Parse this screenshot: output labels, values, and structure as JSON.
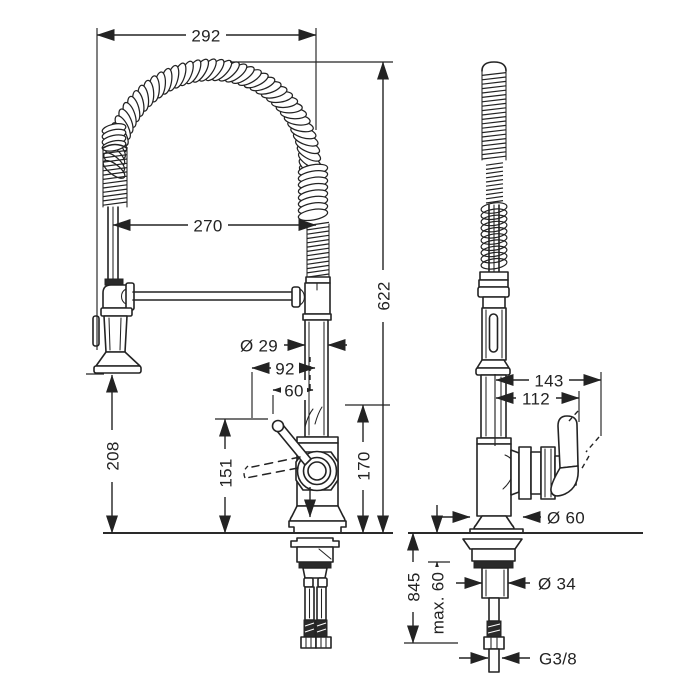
{
  "drawing_type": "faucet-technical-dimension-drawing",
  "colors": {
    "line": "#232323",
    "background": "#ffffff",
    "solid_fill": "#2a2a2a"
  },
  "views": {
    "front": {
      "dims": {
        "overall_width": "292",
        "hose_arm_reach": "270",
        "overall_height": "622",
        "spray_outlet_height": "208",
        "handle_lever_height": "151",
        "spout_outlet_height": "170",
        "pipe_diameter": "Ø 29",
        "lever_reach_outer": "92",
        "lever_reach_inner": "60"
      }
    },
    "side": {
      "dims": {
        "handle_depth_outer": "143",
        "handle_depth_inner": "112",
        "base_diameter": "Ø 60",
        "shank_diameter": "Ø 34",
        "hose_length": "845",
        "counter_thickness": "max. 60",
        "connection_thread": "G3/8"
      }
    }
  }
}
